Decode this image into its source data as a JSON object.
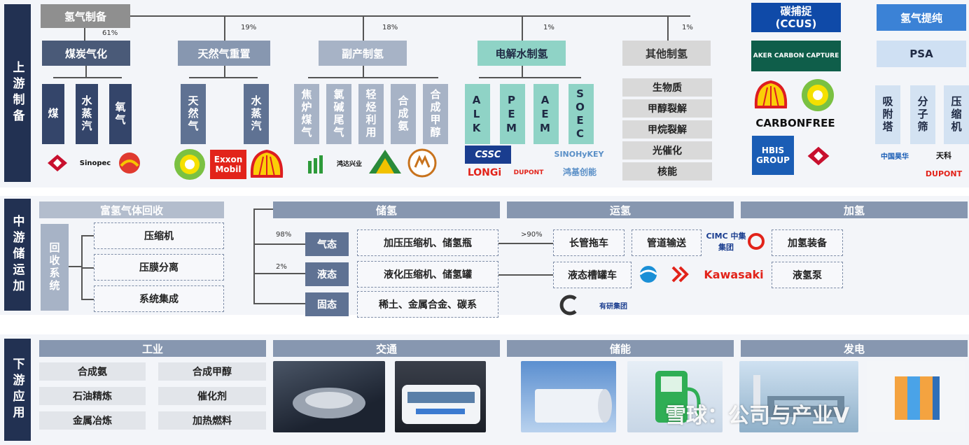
{
  "sections": {
    "upstream": "上游制备",
    "midstream": "中游储运加",
    "downstream": "下游应用"
  },
  "upstream": {
    "root": "氢气制备",
    "branches": [
      {
        "pct": "61%",
        "title": "煤炭气化",
        "items": [
          "煤",
          "水蒸汽",
          "氧气"
        ]
      },
      {
        "pct": "19%",
        "title": "天然气重置",
        "items": [
          "天然气",
          "水蒸汽"
        ]
      },
      {
        "pct": "18%",
        "title": "副产制氢",
        "items": [
          "焦炉煤气",
          "氯碱尾气",
          "轻烃利用",
          "合成氨",
          "合成甲醇"
        ]
      },
      {
        "pct": "1%",
        "title": "电解水制氢",
        "items": [
          "ALK",
          "PEM",
          "AEM",
          "SOEC"
        ]
      },
      {
        "pct": "1%",
        "title": "其他制氢",
        "items": [
          "生物质",
          "甲醇裂解",
          "甲烷裂解",
          "光催化",
          "核能"
        ]
      }
    ],
    "ccus": {
      "title": "碳捕捉\n(CCUS)"
    },
    "purify": {
      "title": "氢气提纯",
      "psa": "PSA",
      "items": [
        "吸附塔",
        "分子筛",
        "压缩机"
      ]
    }
  },
  "logos": {
    "coal": [
      "国家能源集团",
      "Sinopec",
      "中国石油"
    ],
    "gas": [
      "bp",
      "Exxon Mobil",
      "Shell"
    ],
    "byproduct": [
      "",
      "鸿达兴业",
      "JINNENG",
      ""
    ],
    "electro": [
      "CSSC",
      "LONGi",
      "SINOHyKEY",
      "鸿基创能",
      "DUPONT"
    ],
    "ccus": [
      "AKER CARBON CAPTURE",
      "Shell",
      "bp",
      "CARBONFREE",
      "HBIS GROUP",
      "国家能源集团"
    ],
    "purify": [
      "中国昊华",
      "天科",
      "DUPONT"
    ],
    "transport": [
      "CIMC 中集集团",
      "Kawasaki",
      "有研集团"
    ]
  },
  "midstream": {
    "recovery": {
      "title": "富氢气体回收",
      "system": "回收系统",
      "items": [
        "压缩机",
        "压膜分离",
        "系统集成"
      ]
    },
    "storage": {
      "title": "储氢",
      "states": [
        {
          "pct": "98%",
          "name": "气态",
          "desc": "加压压缩机、储氢瓶"
        },
        {
          "pct": "2%",
          "name": "液态",
          "desc": "液化压缩机、储氢罐"
        },
        {
          "pct": "",
          "name": "固态",
          "desc": "稀土、金属合金、碳系"
        }
      ]
    },
    "transport": {
      "title": "运氢",
      "pct": ">90%",
      "items": [
        "长管拖车",
        "管道输送",
        "液态槽罐车"
      ]
    },
    "refuel": {
      "title": "加氢",
      "items": [
        "加氢装备",
        "液氢泵"
      ]
    }
  },
  "downstream": {
    "industry": {
      "title": "工业",
      "items": [
        "合成氨",
        "合成甲醇",
        "石油精炼",
        "催化剂",
        "金属冶炼",
        "加热燃料"
      ]
    },
    "traffic": {
      "title": "交通"
    },
    "energy_storage": {
      "title": "储能"
    },
    "power": {
      "title": "发电"
    }
  },
  "watermark": "雪球：公司与产业V",
  "colors": {
    "navy": "#223152",
    "teal": "#8fd3c6",
    "accent_blue": "#0f4aa8"
  }
}
